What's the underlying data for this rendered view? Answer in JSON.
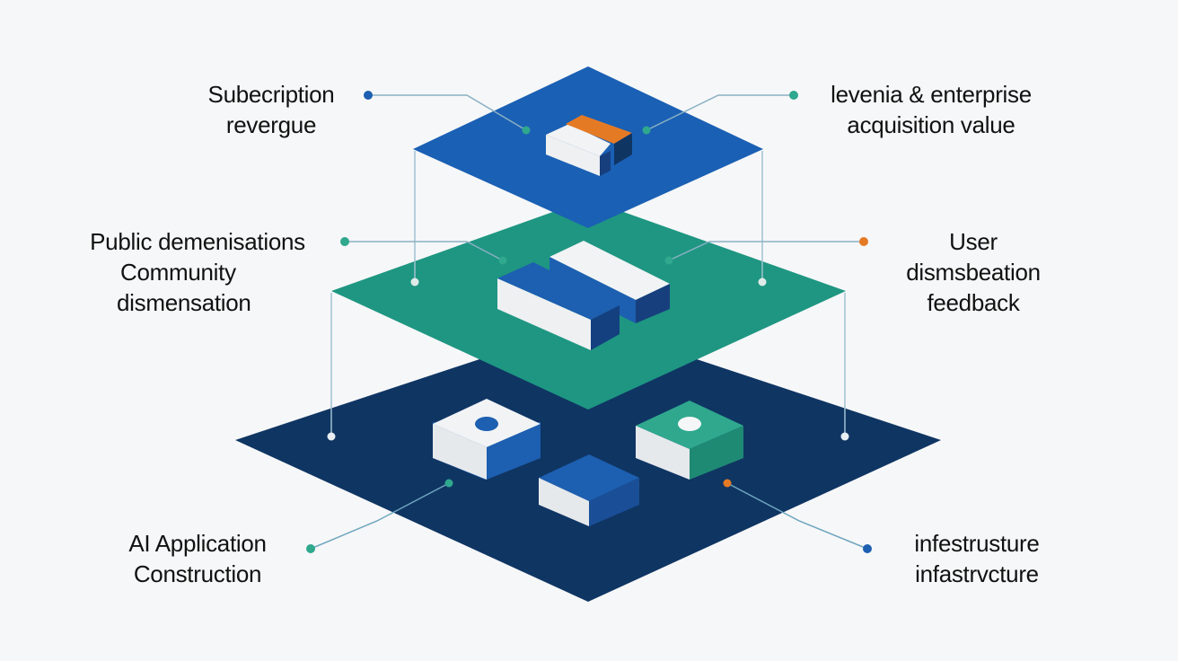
{
  "colors": {
    "background": "#f6f7f8",
    "top_layer": "#1a60b4",
    "middle_layer": "#1e9682",
    "bottom_layer": "#0f3563",
    "accent_orange": "#e57a25",
    "accent_teal": "#2fa88e",
    "accent_blue": "#1d5fb0",
    "connector": "#8ab0c4"
  },
  "labels": {
    "top_left": {
      "lines": [
        "Subecription",
        "revergue"
      ]
    },
    "top_right": {
      "lines": [
        "levenia & enterprise",
        "acquisition value"
      ]
    },
    "middle_left": {
      "lines": [
        "Public demenisations",
        "Community",
        "dismensation"
      ]
    },
    "middle_right": {
      "lines": [
        "User",
        "dismsbeation",
        "feedback"
      ]
    },
    "bottom_left": {
      "lines": [
        "AI Application",
        "Construction"
      ]
    },
    "bottom_right": {
      "lines": [
        "infestrusture",
        "infastrvcture"
      ]
    }
  },
  "icons": {
    "top_left_dot": "blue-dot",
    "top_right_dot": "teal-dot",
    "middle_left_dot": "teal-dot",
    "middle_right_dot": "orange-dot",
    "bottom_left_dot": "teal-dot",
    "bottom_right_dot": "blue-dot"
  }
}
